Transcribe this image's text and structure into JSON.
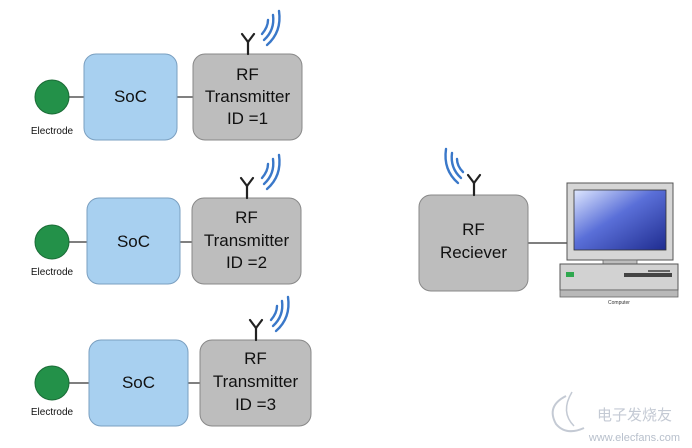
{
  "colors": {
    "soc_fill": "#a8d0f0",
    "soc_stroke": "#7a9fc0",
    "rf_fill": "#bdbdbd",
    "rf_stroke": "#888888",
    "electrode": "#239149",
    "signal": "#3a78c9",
    "line": "#555555"
  },
  "transmitters": [
    {
      "electrode_label": "Electrode",
      "soc_label": "SoC",
      "rf_line1": "RF",
      "rf_line2": "Transmitter",
      "rf_line3": "ID =1"
    },
    {
      "electrode_label": "Electrode",
      "soc_label": "SoC",
      "rf_line1": "RF",
      "rf_line2": "Transmitter",
      "rf_line3": "ID =2"
    },
    {
      "electrode_label": "Electrode",
      "soc_label": "SoC",
      "rf_line1": "RF",
      "rf_line2": "Transmitter",
      "rf_line3": "ID =3"
    }
  ],
  "receiver": {
    "line1": "RF",
    "line2": "Reciever"
  },
  "computer": {
    "label": "Computer"
  },
  "watermark": {
    "cn": "电子发烧友",
    "url": "www.elecfans.com"
  },
  "icons": {
    "antenna": "antenna-icon",
    "signal": "wireless-signal-icon",
    "computer": "computer-icon",
    "electrode": "electrode-icon"
  }
}
